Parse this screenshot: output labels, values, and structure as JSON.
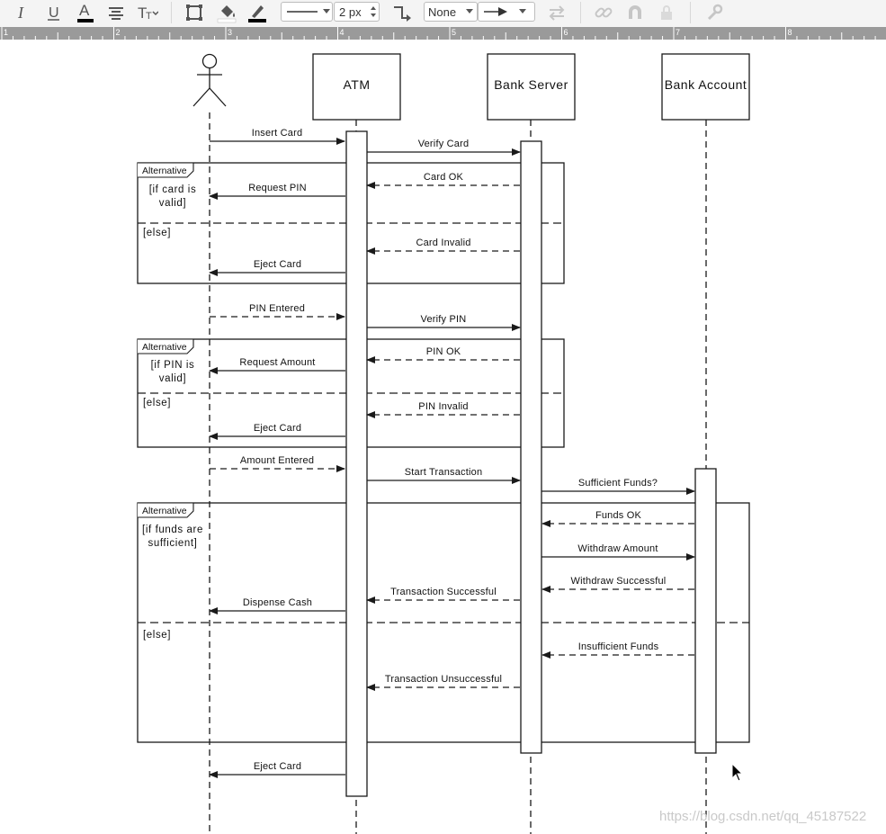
{
  "toolbar": {
    "stroke_width_value": "2 px",
    "line_start_value": "None",
    "icons": [
      "italic-icon",
      "underline-icon",
      "font-color-icon",
      "align-icon",
      "text-format-icon",
      "shape-outline-icon",
      "fill-color-icon",
      "line-color-icon",
      "line-style-icon",
      "stroke-width-icon",
      "connector-icon",
      "arrow-start-icon",
      "arrow-end-icon",
      "swap-icon",
      "link-icon",
      "magnet-icon",
      "lock-icon",
      "wrench-icon"
    ]
  },
  "ruler": {
    "labels": [
      "1",
      "2",
      "3",
      "4",
      "5",
      "6",
      "7",
      "8"
    ]
  },
  "diagram": {
    "participants": [
      {
        "name": "ATM"
      },
      {
        "name": "Bank Server"
      },
      {
        "name": "Bank Account"
      }
    ],
    "messages": [
      {
        "label": "Insert Card",
        "from": 0,
        "to": 1,
        "style": "solid"
      },
      {
        "label": "Verify Card",
        "from": 1,
        "to": 2,
        "style": "solid"
      },
      {
        "label": "Card OK",
        "from": 2,
        "to": 1,
        "style": "dashed"
      },
      {
        "label": "Request PIN",
        "from": 1,
        "to": 0,
        "style": "solid"
      },
      {
        "label": "Card Invalid",
        "from": 2,
        "to": 1,
        "style": "dashed"
      },
      {
        "label": "Eject Card",
        "from": 1,
        "to": 0,
        "style": "solid"
      },
      {
        "label": "PIN Entered",
        "from": 0,
        "to": 1,
        "style": "dashed"
      },
      {
        "label": "Verify PIN",
        "from": 1,
        "to": 2,
        "style": "solid"
      },
      {
        "label": "PIN OK",
        "from": 2,
        "to": 1,
        "style": "dashed"
      },
      {
        "label": "Request Amount",
        "from": 1,
        "to": 0,
        "style": "solid"
      },
      {
        "label": "PIN Invalid",
        "from": 2,
        "to": 1,
        "style": "dashed"
      },
      {
        "label": "Eject Card",
        "from": 1,
        "to": 0,
        "style": "solid"
      },
      {
        "label": "Amount Entered",
        "from": 0,
        "to": 1,
        "style": "dashed"
      },
      {
        "label": "Start Transaction",
        "from": 1,
        "to": 2,
        "style": "solid"
      },
      {
        "label": "Sufficient Funds?",
        "from": 2,
        "to": 3,
        "style": "solid"
      },
      {
        "label": "Funds OK",
        "from": 3,
        "to": 2,
        "style": "dashed"
      },
      {
        "label": "Withdraw Amount",
        "from": 2,
        "to": 3,
        "style": "solid"
      },
      {
        "label": "Withdraw Successful",
        "from": 3,
        "to": 2,
        "style": "dashed"
      },
      {
        "label": "Transaction Successful",
        "from": 2,
        "to": 1,
        "style": "dashed"
      },
      {
        "label": "Dispense Cash",
        "from": 1,
        "to": 0,
        "style": "solid"
      },
      {
        "label": "Insufficient Funds",
        "from": 3,
        "to": 2,
        "style": "dashed"
      },
      {
        "label": "Transaction Unsuccessful",
        "from": 2,
        "to": 1,
        "style": "dashed"
      },
      {
        "label": "Eject Card",
        "from": 1,
        "to": 0,
        "style": "solid"
      }
    ],
    "fragments": [
      {
        "tag": "Alternative",
        "guard": "[if card is valid]",
        "else": "[else]"
      },
      {
        "tag": "Alternative",
        "guard": "[if PIN is valid]",
        "else": "[else]"
      },
      {
        "tag": "Alternative",
        "guard": "[if funds are sufficient]",
        "else": "[else]"
      }
    ]
  },
  "watermark": "https://blog.csdn.net/qq_45187522"
}
